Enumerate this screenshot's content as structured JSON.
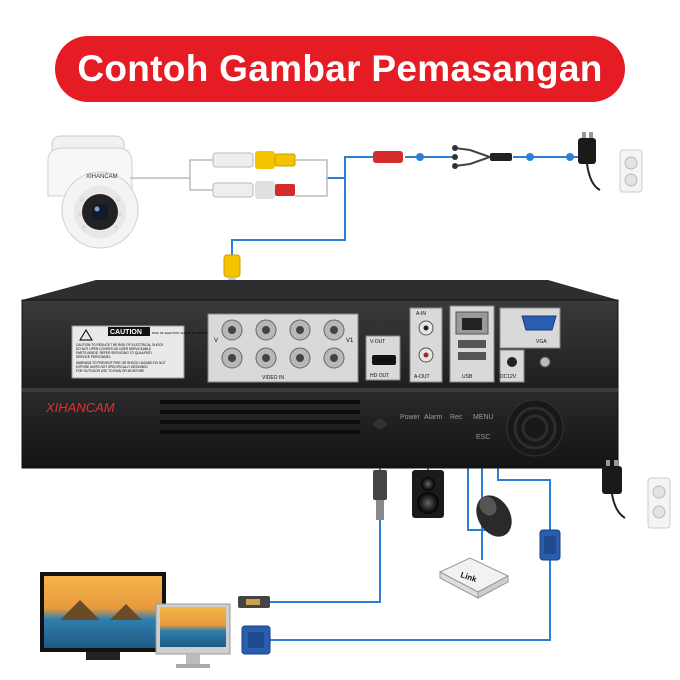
{
  "banner": {
    "title": "Contoh Gambar Pemasangan"
  },
  "camera": {
    "brand": "XIHANCAM"
  },
  "dvr": {
    "brand": "XIHANCAM",
    "caution": "CAUTION",
    "caution_small": "RISK OF ELECTRIC SHOCK DO NOT OPEN",
    "warnings": [
      "CAUTION:TO REDUCE THE RISK OF ELECTRICAL SHOCK",
      "DO NOT OPEN COVERS NO USER SERVICEABLE",
      "PARTS INSIDE. REFER SERVICING TO QUALIFIED",
      "SERVICE PERSONNEL.",
      "WARNING:TO PREVENT FIRE OR SHOCK HAZARD DO NOT",
      "EXPOSE UNITS NOT SPECIFICALLY DESIGNED",
      "FOR OUTDOOR USE TO RAIN OR MOISTURE"
    ],
    "ports": {
      "video_in": "VIDEO IN",
      "v_out": "V-OUT",
      "hd_out": "HD OUT",
      "a_in": "A-IN",
      "a_out": "A-OUT",
      "usb": "USB",
      "dc12v": "DC12V",
      "vga": "VGA",
      "v_left": "V",
      "v_right": "V1"
    },
    "front": {
      "power": "Power",
      "alarm": "Alarm",
      "rec": "Rec",
      "menu": "MENU",
      "esc": "ESC"
    }
  },
  "router": {
    "label": "Link"
  },
  "colors": {
    "banner": "#e51c23",
    "cable": "#2b7fd4",
    "dvr_body": "#1c1c1e"
  }
}
